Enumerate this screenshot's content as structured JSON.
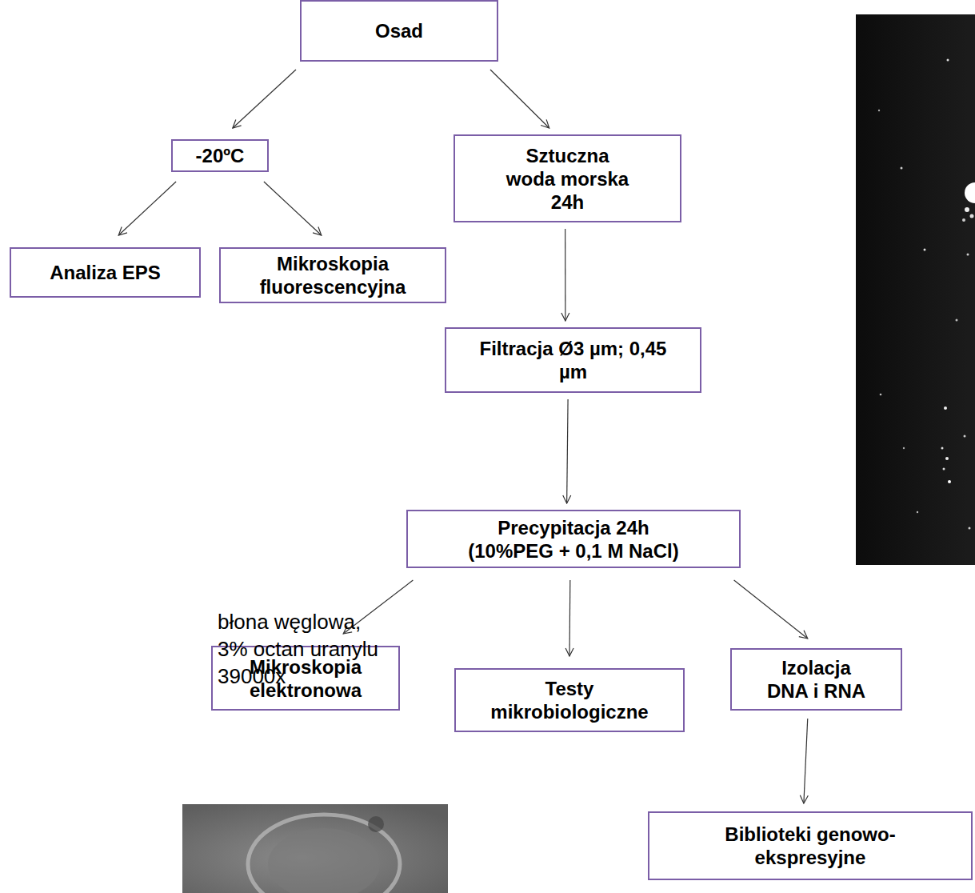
{
  "diagram": {
    "nodes": [
      {
        "text": [
          "Osad"
        ]
      },
      {
        "text": [
          "-20ºC"
        ]
      },
      {
        "text": [
          "Sztuczna woda morska 24h"
        ]
      },
      {
        "text": [
          "Analiza EPS"
        ]
      },
      {
        "text": [
          "Mikroskopia fluorescencyjna"
        ]
      },
      {
        "text": [
          "Filtracja Ø3 µm; 0,45 µm"
        ]
      },
      {
        "text": [
          "Precypitacja 24h (10%PEG + 0,1 M NaCl)"
        ]
      },
      {
        "text": [
          "Mikroskopia elektronowa"
        ]
      },
      {
        "text": [
          "Testy mikrobiologiczne"
        ]
      },
      {
        "text": [
          "Izolacja DNA i RNA"
        ]
      },
      {
        "text": [
          "Biblioteki genowo-ekspresyjne"
        ]
      }
    ],
    "edges": [
      {
        "from": 0,
        "to": 1,
        "arrow": "to"
      },
      {
        "from": 0,
        "to": 2,
        "arrow": "to"
      },
      {
        "from": 1,
        "to": 3,
        "arrow": "to"
      },
      {
        "from": 1,
        "to": 4,
        "arrow": "to"
      },
      {
        "from": 2,
        "to": 5,
        "arrow": "to"
      },
      {
        "from": 5,
        "to": 6,
        "arrow": "to"
      },
      {
        "from": 6,
        "to": 7,
        "arrow": "to"
      },
      {
        "from": 6,
        "to": 8,
        "arrow": "to"
      },
      {
        "from": 6,
        "to": 9,
        "arrow": "to"
      },
      {
        "from": 9,
        "to": 10,
        "arrow": "to"
      }
    ],
    "labels": [
      "błona węglowa,",
      "3% octan uranylu",
      "39000x"
    ]
  }
}
